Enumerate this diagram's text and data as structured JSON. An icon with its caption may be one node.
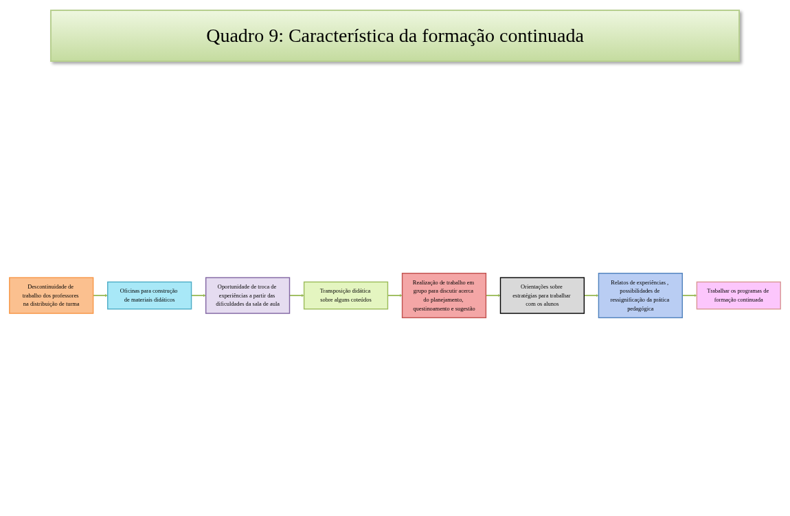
{
  "diagram": {
    "title": "Quadro 9: Característica da formação continuada",
    "nodes": [
      {
        "text": [
          "Descontinuidade de trabalho dos professores na distribuição de turma"
        ]
      },
      {
        "text": [
          "Oficinas para construção de materiais didáticos"
        ]
      },
      {
        "text": [
          "Oportunidade de troca de experiências a partir das dificuldades da sala de aula"
        ]
      },
      {
        "text": [
          "Transposição didática sobre alguns coteúdos"
        ]
      },
      {
        "text": [
          "Realização de trabalho em grupo para discutir acerca do planejamento, questinoamento e sugestão"
        ]
      },
      {
        "text": [
          "Orientações sobre estratégias para trabalhar com os alunos"
        ]
      },
      {
        "text": [
          "Relatos de experiências , possibilidades de ressignificação da prática pedagógica"
        ]
      },
      {
        "text": [
          "Trabalhar os programas de formação continuada"
        ]
      }
    ],
    "edges": [
      {
        "from": 0,
        "to": 1,
        "arrow": "to"
      },
      {
        "from": 1,
        "to": 2,
        "arrow": "to"
      },
      {
        "from": 2,
        "to": 3,
        "arrow": "to"
      },
      {
        "from": 3,
        "to": 4,
        "arrow": "to"
      },
      {
        "from": 4,
        "to": 5,
        "arrow": "to"
      },
      {
        "from": 5,
        "to": 6,
        "arrow": "to"
      },
      {
        "from": 6,
        "to": 7,
        "arrow": "to"
      }
    ]
  }
}
